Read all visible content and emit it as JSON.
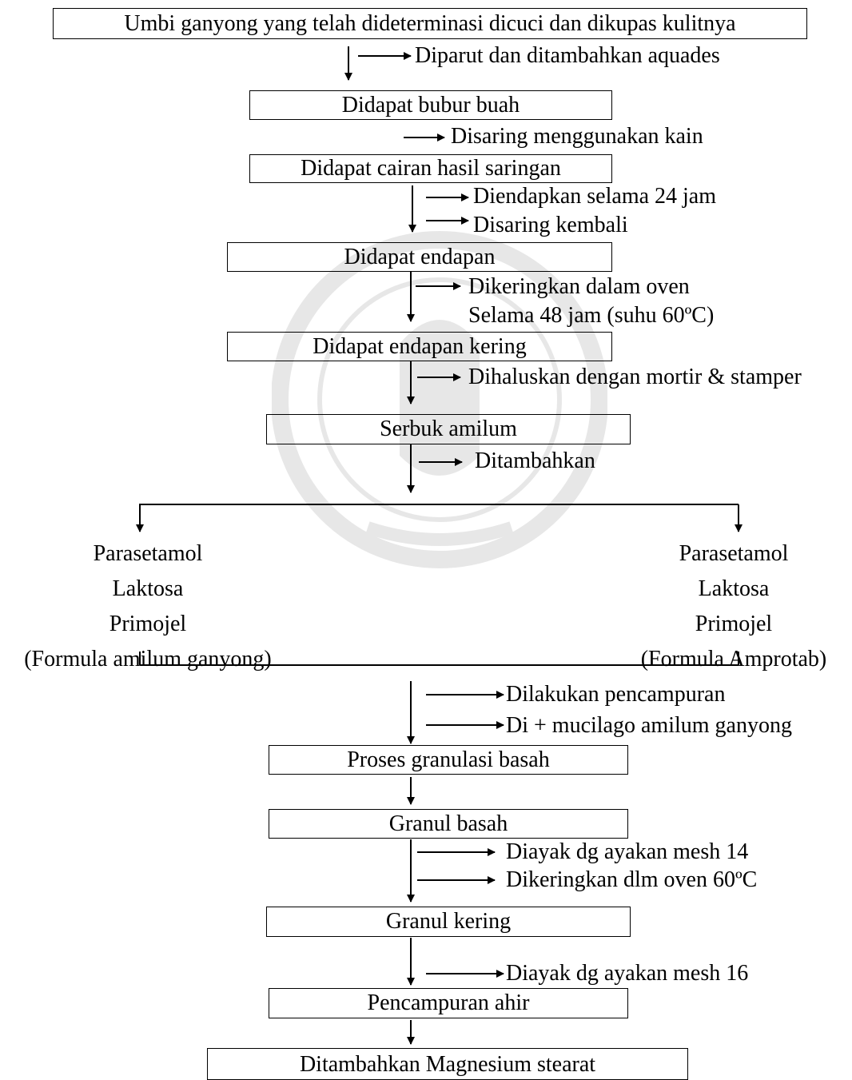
{
  "boxes": {
    "b1": "Umbi ganyong yang telah dideterminasi dicuci dan dikupas kulitnya",
    "b2": "Didapat bubur buah",
    "b3": "Didapat cairan hasil saringan",
    "b4": "Didapat endapan",
    "b5": "Didapat endapan kering",
    "b6": "Serbuk amilum",
    "b7": "Proses granulasi basah",
    "b8": "Granul basah",
    "b9": "Granul kering",
    "b10": "Pencampuran ahir",
    "b11": "Ditambahkan Magnesium stearat"
  },
  "steps": {
    "s1": "Diparut dan ditambahkan aquades",
    "s2": "Disaring menggunakan kain",
    "s3": "Diendapkan selama 24 jam",
    "s4": "Disaring kembali",
    "s5a": "Dikeringkan dalam oven",
    "s5b": "Selama 48 jam (suhu 60ºC)",
    "s6": "Dihaluskan dengan mortir & stamper",
    "s7": "Ditambahkan",
    "s8": "Dilakukan pencampuran",
    "s9": "Di + mucilago amilum ganyong",
    "s10": "Diayak dg ayakan mesh 14",
    "s11": "Dikeringkan dlm oven 60ºC",
    "s12": "Diayak dg ayakan mesh 16"
  },
  "formula_left": {
    "line1": "Parasetamol",
    "line2": "Laktosa",
    "line3": "Primojel",
    "line4": "(Formula amilum ganyong)"
  },
  "formula_right": {
    "line1": "Parasetamol",
    "line2": "Laktosa",
    "line3": "Primojel",
    "line4": "(Formula Amprotab)"
  },
  "watermark_icon": "university-seal-icon"
}
